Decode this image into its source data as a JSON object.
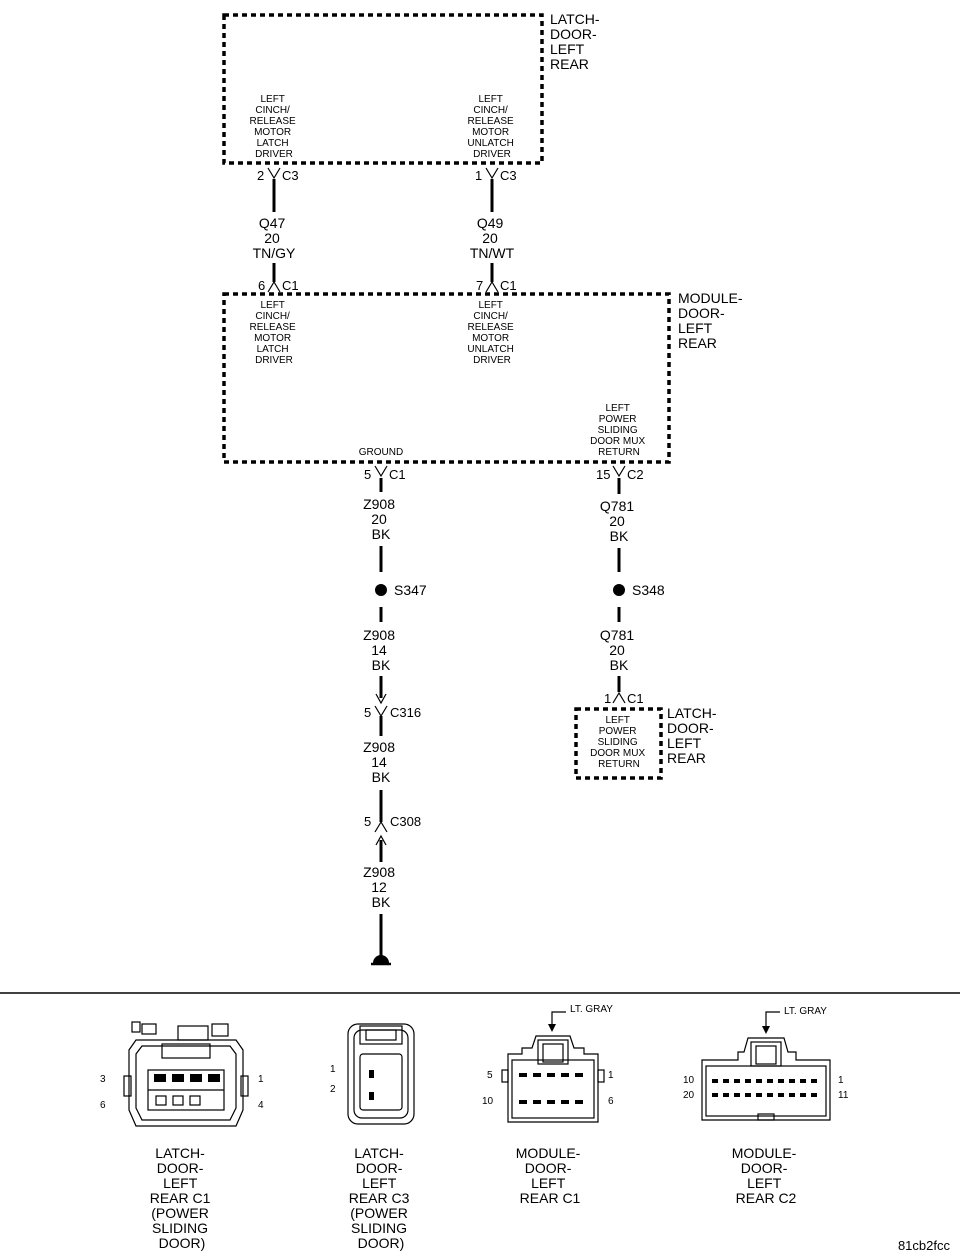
{
  "latch_top": {
    "title": [
      "LATCH-",
      "DOOR-",
      "LEFT",
      "REAR"
    ],
    "pin_left": [
      "LEFT",
      "CINCH/",
      "RELEASE",
      "MOTOR",
      "LATCH",
      "DRIVER"
    ],
    "pin_right": [
      "LEFT",
      "CINCH/",
      "RELEASE",
      "MOTOR",
      "UNLATCH",
      "DRIVER"
    ]
  },
  "conn_top_left": {
    "pin": "2",
    "name": "C3"
  },
  "conn_top_right": {
    "pin": "1",
    "name": "C3"
  },
  "wire_q47": [
    "Q47",
    "20",
    "TN/GY"
  ],
  "wire_q49": [
    "Q49",
    "20",
    "TN/WT"
  ],
  "conn_mod_left": {
    "pin": "6",
    "name": "C1"
  },
  "conn_mod_right": {
    "pin": "7",
    "name": "C1"
  },
  "module": {
    "title": [
      "MODULE-",
      "DOOR-",
      "LEFT",
      "REAR"
    ],
    "pin_left": [
      "LEFT",
      "CINCH/",
      "RELEASE",
      "MOTOR",
      "LATCH",
      "DRIVER"
    ],
    "pin_right": [
      "LEFT",
      "CINCH/",
      "RELEASE",
      "MOTOR",
      "UNLATCH",
      "DRIVER"
    ],
    "pin_mux": [
      "LEFT",
      "POWER",
      "SLIDING",
      "DOOR MUX",
      "RETURN"
    ],
    "pin_ground": "GROUND"
  },
  "conn_ground": {
    "pin": "5",
    "name": "C1"
  },
  "conn_mux": {
    "pin": "15",
    "name": "C2"
  },
  "wire_z908_a": [
    "Z908",
    "20",
    "BK"
  ],
  "wire_q781_a": [
    "Q781",
    "20",
    "BK"
  ],
  "splice_left": "S347",
  "splice_right": "S348",
  "wire_z908_b": [
    "Z908",
    "14",
    "BK"
  ],
  "wire_q781_b": [
    "Q781",
    "20",
    "BK"
  ],
  "conn_c316": {
    "pin": "5",
    "name": "C316"
  },
  "wire_z908_c": [
    "Z908",
    "14",
    "BK"
  ],
  "conn_c308": {
    "pin": "5",
    "name": "C308"
  },
  "wire_z908_d": [
    "Z908",
    "12",
    "BK"
  ],
  "conn_latch_small": {
    "pin": "1",
    "name": "C1"
  },
  "latch_small": {
    "pin": [
      "LEFT",
      "POWER",
      "SLIDING",
      "DOOR MUX",
      "RETURN"
    ],
    "title": [
      "LATCH-",
      "DOOR-",
      "LEFT",
      "REAR"
    ]
  },
  "connectors": [
    {
      "pins": [
        "3",
        "6",
        "1",
        "4"
      ],
      "caption": [
        "LATCH-",
        "DOOR-",
        "LEFT",
        "REAR C1",
        "(POWER",
        "SLIDING",
        "DOOR)"
      ]
    },
    {
      "pins": [
        "1",
        "2"
      ],
      "caption": [
        "LATCH-",
        "DOOR-",
        "LEFT",
        "REAR C3",
        "(POWER",
        "SLIDING",
        "DOOR)"
      ]
    },
    {
      "pins": [
        "5",
        "10",
        "1",
        "6"
      ],
      "color": "LT. GRAY",
      "caption": [
        "MODULE-",
        "DOOR-",
        "LEFT",
        "REAR C1"
      ]
    },
    {
      "pins": [
        "10",
        "20",
        "1",
        "11"
      ],
      "color": "LT. GRAY",
      "caption": [
        "MODULE-",
        "DOOR-",
        "LEFT",
        "REAR C2"
      ]
    }
  ],
  "figure_id": "81cb2fcc"
}
